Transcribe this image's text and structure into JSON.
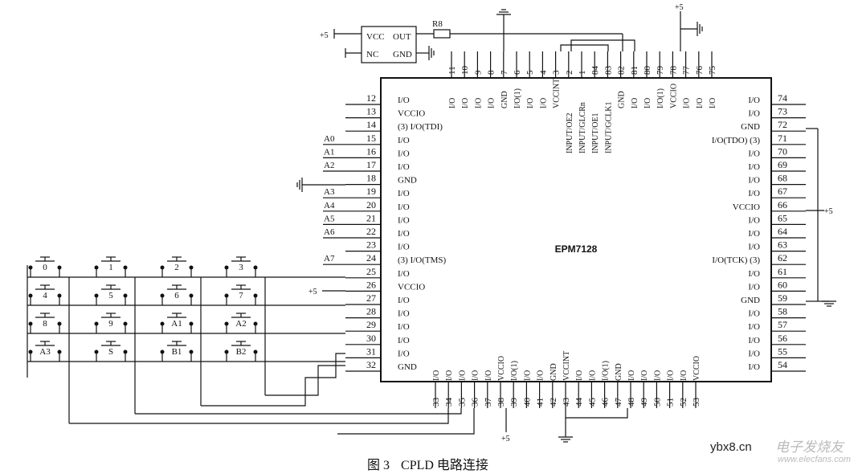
{
  "chip": {
    "name": "EPM7128"
  },
  "regulator": {
    "pins": [
      "VCC",
      "NC",
      "OUT",
      "GND"
    ]
  },
  "resistor": {
    "label": "R8"
  },
  "power": {
    "plus5": "+5"
  },
  "top_pins": {
    "numbers": [
      "11",
      "10",
      "9",
      "8",
      "7",
      "6",
      "5",
      "4",
      "3",
      "2",
      "1",
      "84",
      "83",
      "82",
      "81",
      "80",
      "79",
      "78",
      "77",
      "76",
      "75"
    ],
    "names": [
      "I/O",
      "I/O",
      "I/O",
      "I/O",
      "GND",
      "I/O(1)",
      "I/O",
      "I/O",
      "VCCINT",
      "INPUT/OE2",
      "INPUT/GLCRn",
      "INPUT/OE1",
      "INPUT/GCLK1",
      "GND",
      "I/O",
      "I/O",
      "I/O(1)",
      "VCCIO",
      "I/O",
      "I/O",
      "I/O"
    ]
  },
  "left_pins": {
    "numbers": [
      "12",
      "13",
      "14",
      "15",
      "16",
      "17",
      "18",
      "19",
      "20",
      "21",
      "22",
      "23",
      "24",
      "25",
      "26",
      "27",
      "28",
      "29",
      "30",
      "31",
      "32"
    ],
    "names": [
      "I/O",
      "VCCIO",
      "(3) I/O(TDI)",
      "I/O",
      "I/O",
      "I/O",
      "GND",
      "I/O",
      "I/O",
      "I/O",
      "I/O",
      "I/O",
      "(3) I/O(TMS)",
      "I/O",
      "VCCIO",
      "I/O",
      "I/O",
      "I/O",
      "I/O",
      "I/O",
      "GND"
    ],
    "signals": [
      "",
      "",
      "",
      "A0",
      "A1",
      "A2",
      "",
      "A3",
      "A4",
      "A5",
      "A6",
      "",
      "A7",
      "",
      "",
      "",
      "",
      "",
      "",
      "",
      ""
    ]
  },
  "right_pins": {
    "numbers": [
      "74",
      "73",
      "72",
      "71",
      "70",
      "69",
      "68",
      "67",
      "66",
      "65",
      "64",
      "63",
      "62",
      "61",
      "60",
      "59",
      "58",
      "57",
      "56",
      "55",
      "54"
    ],
    "names": [
      "I/O",
      "I/O",
      "GND",
      "I/O(TDO) (3)",
      "I/O",
      "I/O",
      "I/O",
      "I/O",
      "VCCIO",
      "I/O",
      "I/O",
      "I/O",
      "I/O(TCK) (3)",
      "I/O",
      "I/O",
      "GND",
      "I/O",
      "I/O",
      "I/O",
      "I/O",
      "I/O"
    ]
  },
  "bottom_pins": {
    "numbers": [
      "33",
      "34",
      "35",
      "36",
      "37",
      "38",
      "39",
      "40",
      "41",
      "42",
      "43",
      "44",
      "45",
      "46",
      "47",
      "48",
      "49",
      "50",
      "51",
      "52",
      "53"
    ],
    "names": [
      "I/O",
      "I/O",
      "I/O",
      "I/O",
      "I/O",
      "VCCIO",
      "I/O(1)",
      "I/O",
      "I/O",
      "GND",
      "VCCINT",
      "I/O",
      "I/O",
      "I/O(1)",
      "GND",
      "I/O",
      "I/O",
      "I/O",
      "I/O",
      "I/O",
      "VCCIO"
    ]
  },
  "keys": [
    "0",
    "1",
    "2",
    "3",
    "4",
    "5",
    "6",
    "7",
    "8",
    "9",
    "A1",
    "A2",
    "A3",
    "S",
    "B1",
    "B2"
  ],
  "caption": {
    "figure": "图 3",
    "title": "CPLD 电路连接"
  },
  "watermark": {
    "site": "ybx8.cn",
    "brand": "电子发烧友",
    "url": "www.elecfans.com"
  }
}
